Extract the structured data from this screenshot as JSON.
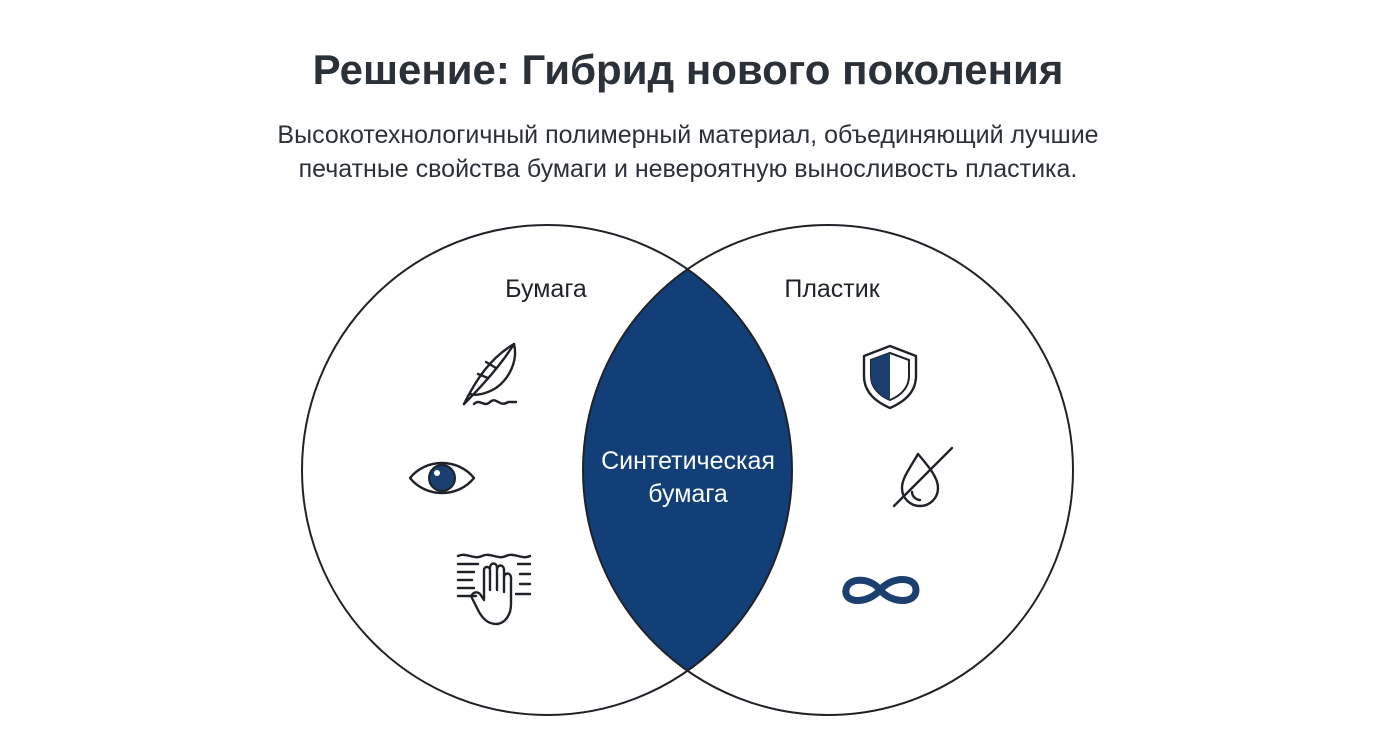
{
  "header": {
    "title": "Решение: Гибрид нового поколения",
    "subtitle_line1": "Высокотехнологичный полимерный материал, объединяющий лучшие",
    "subtitle_line2": "печатные свойства бумаги и невероятную выносливость пластика."
  },
  "venn": {
    "left_label": "Бумага",
    "right_label": "Пластик",
    "intersection_line1": "Синтетическая",
    "intersection_line2": "бумага",
    "colors": {
      "intersection": "#123f78",
      "outline": "#1f2328",
      "accent": "#1b3f6e"
    },
    "left_icons": [
      "feather-icon",
      "eye-icon",
      "hand-touch-texture-icon"
    ],
    "right_icons": [
      "shield-icon",
      "water-drop-crossed-icon",
      "infinity-icon"
    ]
  }
}
